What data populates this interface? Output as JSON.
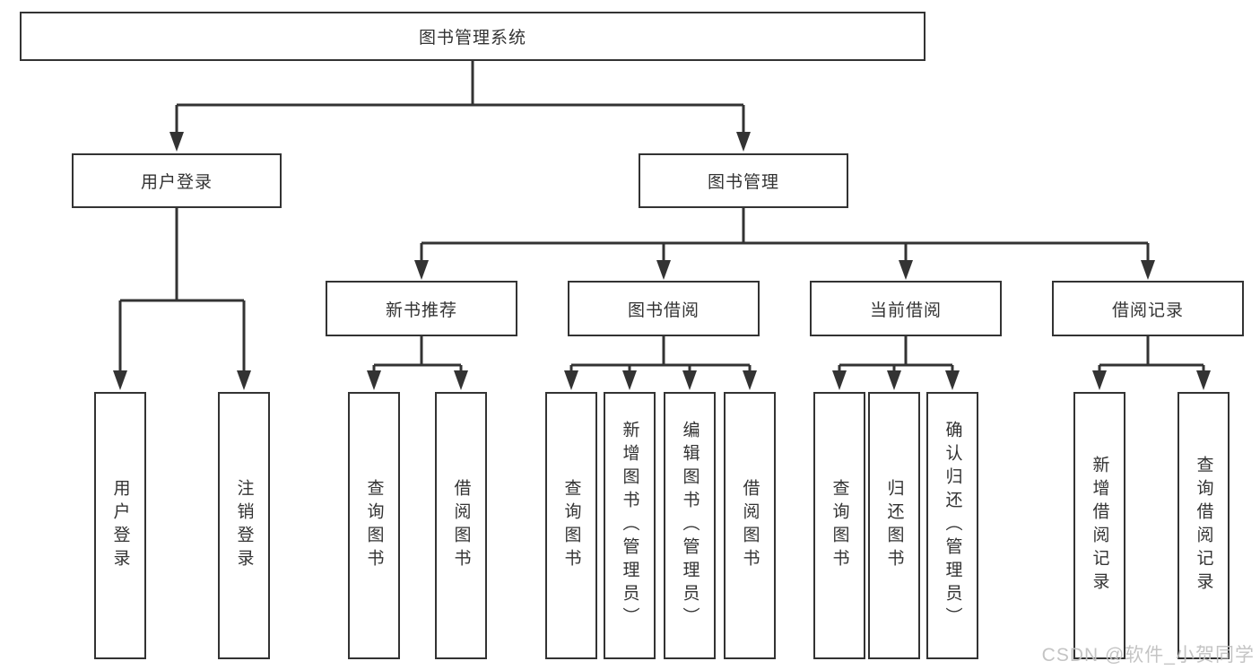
{
  "nodes": {
    "root": {
      "label": "图书管理系统"
    },
    "user_login": {
      "label": "用户登录"
    },
    "book_mgmt": {
      "label": "图书管理"
    },
    "new_book_rec": {
      "label": "新书推荐"
    },
    "book_borrow": {
      "label": "图书借阅"
    },
    "current_borrow": {
      "label": "当前借阅"
    },
    "borrow_record": {
      "label": "借阅记录"
    },
    "login": {
      "label": "用户登录"
    },
    "logout": {
      "label": "注销登录"
    },
    "rec_query_book": {
      "label": "查询图书"
    },
    "rec_borrow_book": {
      "label": "借阅图书"
    },
    "bb_query_book": {
      "label": "查询图书"
    },
    "bb_add_book": {
      "label": "新增图书（管理员）"
    },
    "bb_edit_book": {
      "label": "编辑图书（管理员）"
    },
    "bb_borrow_book": {
      "label": "借阅图书"
    },
    "cb_query_book": {
      "label": "查询图书"
    },
    "cb_return_book": {
      "label": "归还图书"
    },
    "cb_confirm_return": {
      "label": "确认归还（管理员）"
    },
    "br_add_record": {
      "label": "新增借阅记录"
    },
    "br_query_record": {
      "label": "查询借阅记录"
    }
  },
  "watermark": {
    "text": "CSDN @软件_小贺同学"
  },
  "colors": {
    "line": "#333333",
    "text": "#333333",
    "watermark": "#c1c1c1",
    "background": "#ffffff"
  }
}
